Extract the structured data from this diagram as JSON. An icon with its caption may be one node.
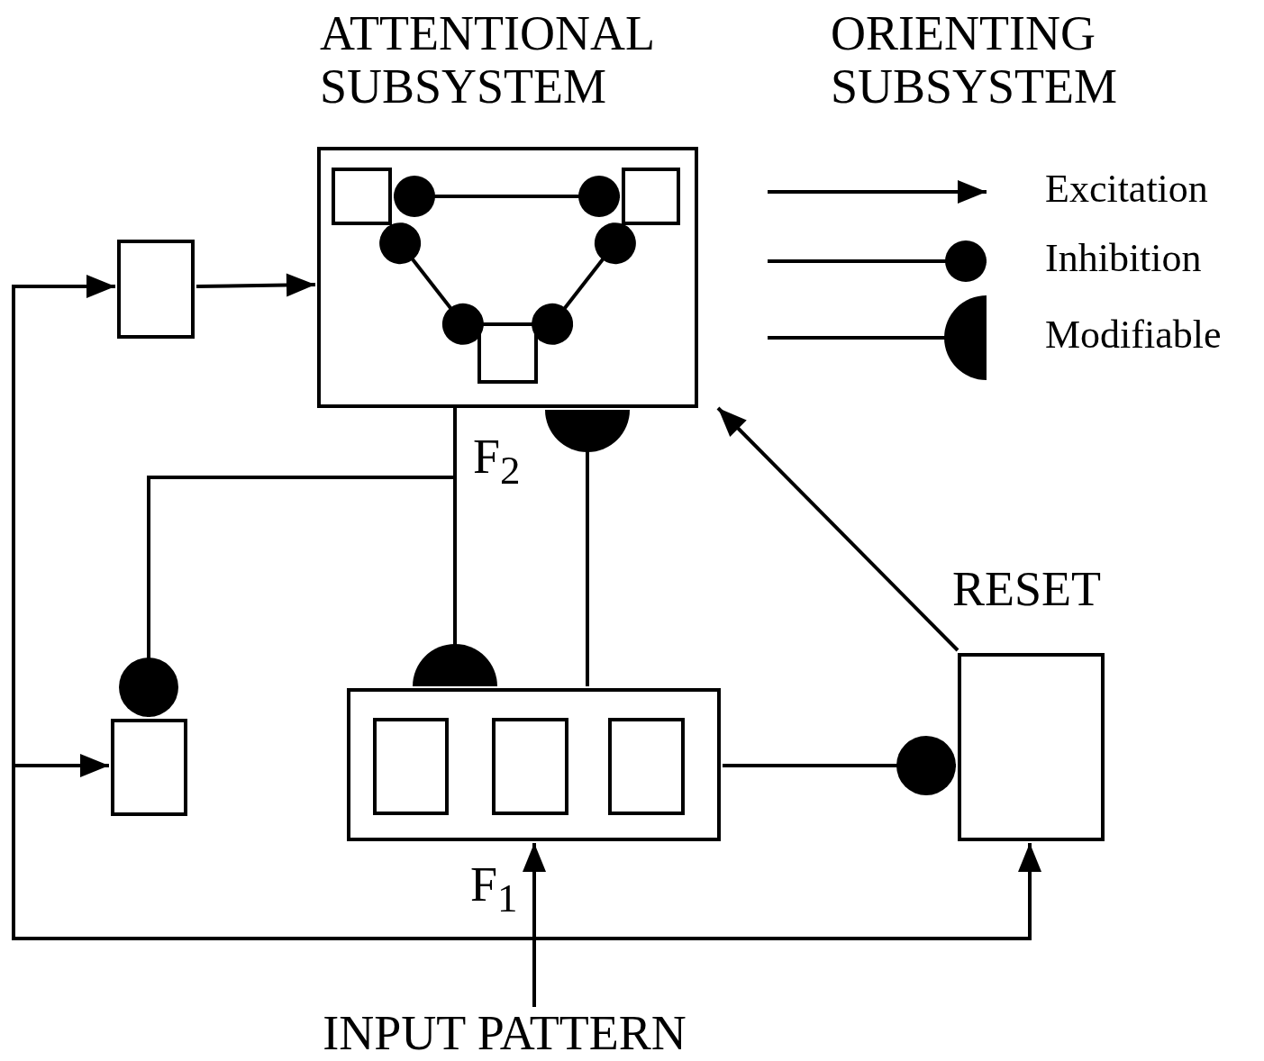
{
  "diagram": {
    "nodes": [
      {
        "text": [],
        "shape": "box",
        "beside": [
          "F$_{2}$"
        ]
      },
      {
        "text": [],
        "shape": "box",
        "in": 0
      },
      {
        "text": [],
        "shape": "box",
        "in": 0
      },
      {
        "text": [],
        "shape": "box",
        "in": 0
      },
      {
        "text": [],
        "shape": "box"
      },
      {
        "text": [],
        "shape": "box"
      },
      {
        "text": [],
        "shape": "box",
        "beside": [
          "F$_{1}$"
        ]
      },
      {
        "text": [],
        "shape": "box",
        "in": 6
      },
      {
        "text": [],
        "shape": "box",
        "in": 6
      },
      {
        "text": [],
        "shape": "box",
        "in": 6
      },
      {
        "text": [
          "RESET"
        ]
      },
      {
        "text": [
          "INPUT PATTERN"
        ]
      }
    ],
    "edges": [
      {
        "from": 11,
        "to": 6,
        "arrow": "to"
      },
      {
        "from": 11,
        "to": 4,
        "arrow": "to"
      },
      {
        "from": 11,
        "to": 5,
        "arrow": "to"
      },
      {
        "from": 11,
        "to": 10,
        "arrow": "to"
      },
      {
        "from": 4,
        "to": 0,
        "arrow": "to"
      },
      {
        "from": 0,
        "to": 6,
        "arrow": "other"
      },
      {
        "from": 0,
        "to": 5,
        "arrow": "other"
      },
      {
        "from": 6,
        "to": 0,
        "arrow": "other"
      },
      {
        "from": 6,
        "to": 10,
        "arrow": "other"
      },
      {
        "from": 10,
        "to": 0,
        "arrow": "to"
      },
      {
        "from": 1,
        "to": 2,
        "arrow": "other"
      },
      {
        "from": 1,
        "to": 3,
        "arrow": "other"
      },
      {
        "from": 2,
        "to": 3,
        "arrow": "other"
      }
    ],
    "labels": [
      "ATTENTIONAL SUBSYSTEM",
      "ORIENTING SUBSYSTEM"
    ],
    "legend": [
      {
        "text": "Excitation"
      },
      {
        "text": "Inhibition"
      },
      {
        "text": "Modifiable"
      }
    ]
  }
}
